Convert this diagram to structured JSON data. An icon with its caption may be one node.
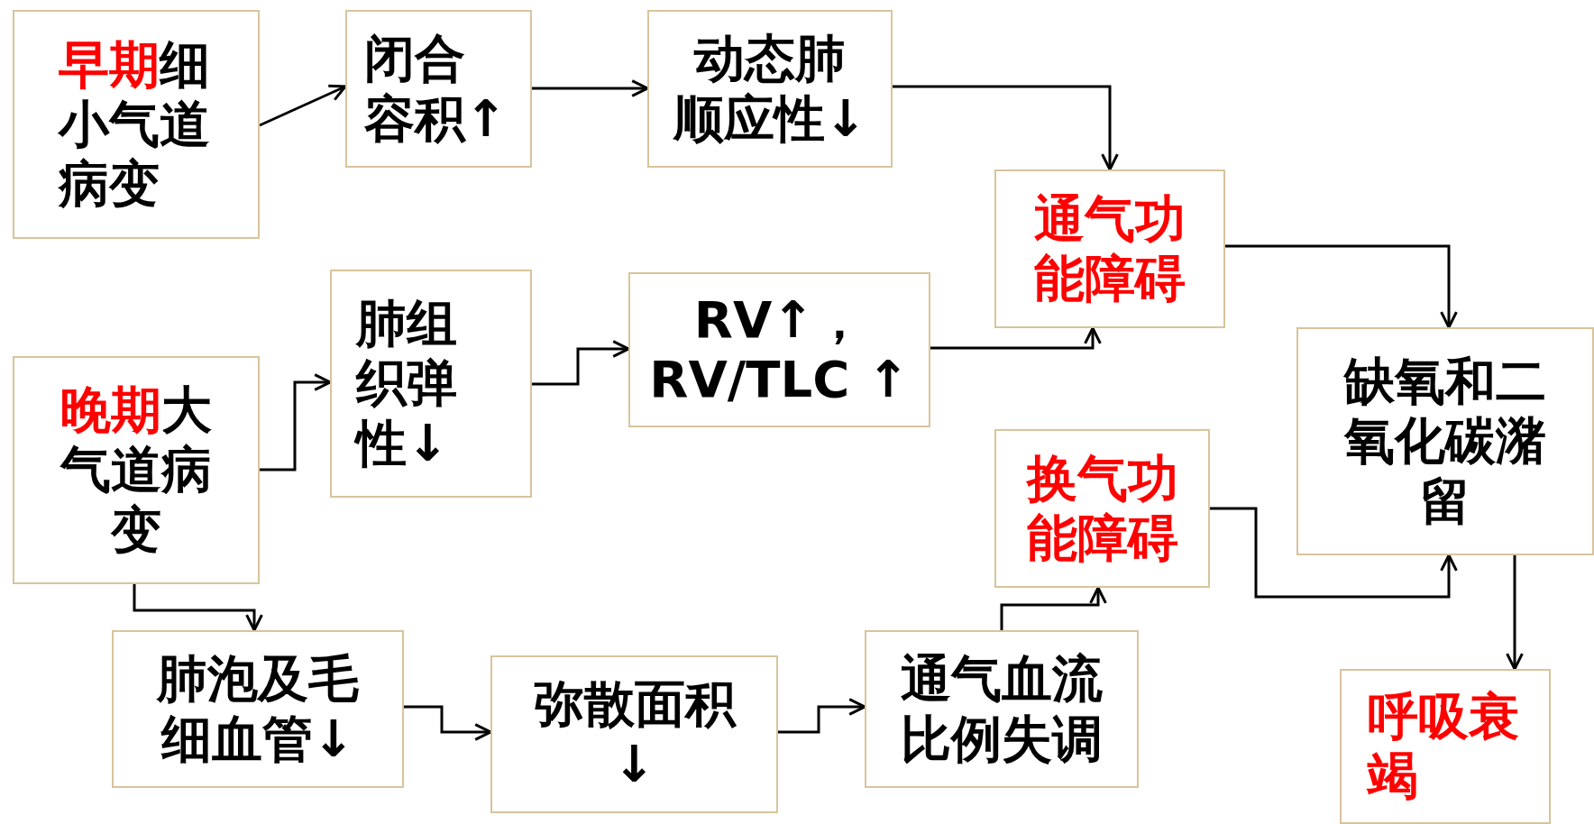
{
  "diagram": {
    "nodes": [
      {
        "text": [
          "**早期**细小气道病变"
        ]
      },
      {
        "text": [
          "闭合容积↑"
        ]
      },
      {
        "text": [
          "动态肺顺应性↓"
        ]
      },
      {
        "text": [
          "通气功能障碍"
        ]
      },
      {
        "text": [
          "缺氧和二氧化碳潴留"
        ]
      },
      {
        "text": [
          "**晚期**大气道病变"
        ]
      },
      {
        "text": [
          "肺组织弹性↓"
        ]
      },
      {
        "text": [
          "RV↑，RV/TLC ↑"
        ]
      },
      {
        "text": [
          "换气功能障碍"
        ]
      },
      {
        "text": [
          "肺泡及毛细血管↓"
        ]
      },
      {
        "text": [
          "弥散面积↓"
        ]
      },
      {
        "text": [
          "通气血流比例失调"
        ]
      },
      {
        "text": [
          "呼吸衰竭"
        ]
      }
    ],
    "edges": [
      {
        "from": 0,
        "to": 1,
        "arrow": "to"
      },
      {
        "from": 1,
        "to": 2,
        "arrow": "to"
      },
      {
        "from": 2,
        "to": 3,
        "arrow": "to"
      },
      {
        "from": 3,
        "to": 4,
        "arrow": "to"
      },
      {
        "from": 5,
        "to": 6,
        "arrow": "to"
      },
      {
        "from": 6,
        "to": 7,
        "arrow": "to"
      },
      {
        "from": 7,
        "to": 3,
        "arrow": "to"
      },
      {
        "from": 5,
        "to": 9,
        "arrow": "to"
      },
      {
        "from": 9,
        "to": 10,
        "arrow": "to"
      },
      {
        "from": 10,
        "to": 11,
        "arrow": "to"
      },
      {
        "from": 11,
        "to": 8,
        "arrow": "to"
      },
      {
        "from": 8,
        "to": 4,
        "arrow": "to"
      },
      {
        "from": 4,
        "to": 12,
        "arrow": "to"
      }
    ]
  }
}
